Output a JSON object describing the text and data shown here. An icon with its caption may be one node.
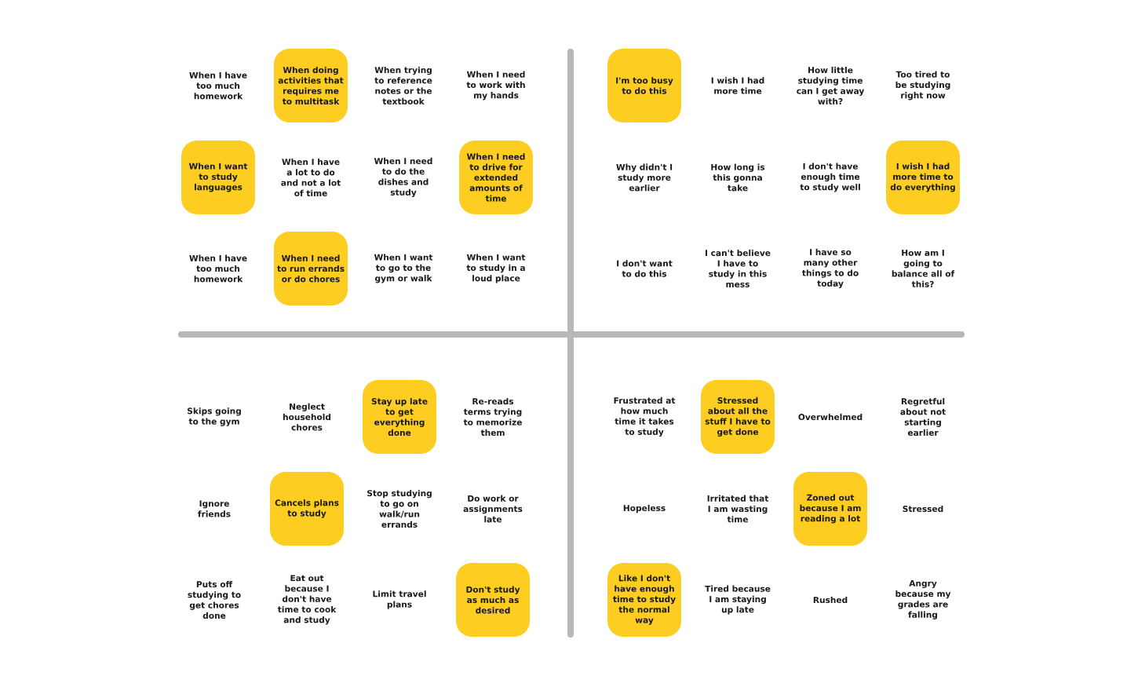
{
  "diagram": {
    "nodes": [
      {
        "text": [
          "When doing activities that requires me to multitask"
        ]
      },
      {
        "text": [
          "When I want to study languages"
        ]
      },
      {
        "text": [
          "When I need to drive for extended amounts of time"
        ]
      },
      {
        "text": [
          "When I need to run errands or do chores"
        ]
      },
      {
        "text": [
          "I'm too busy to do this"
        ]
      },
      {
        "text": [
          "I wish I had more time to do everything"
        ]
      },
      {
        "text": [
          "Stay up late to get everything done"
        ]
      },
      {
        "text": [
          "Cancels plans to study"
        ]
      },
      {
        "text": [
          "Don't study as much as desired"
        ]
      },
      {
        "text": [
          "Stressed about all the stuff I have to get done"
        ]
      },
      {
        "text": [
          "Zoned out because I am reading a lot"
        ]
      },
      {
        "text": [
          "Like I don't have enough time to study the normal way"
        ]
      }
    ],
    "labels": [
      "When I have too much homework",
      "When trying to reference notes or the textbook",
      "When I need to work with my hands",
      "When I have a lot to do and not a lot of time",
      "When I need to do the dishes and study",
      "When I have too much homework",
      "When I want to go to the gym or walk",
      "When I want to study in a loud place",
      "I wish I had more time",
      "How little studying time can I get away with?",
      "Too tired to be studying right now",
      "Why didn't I study more earlier",
      "How long is this gonna take",
      "I don't have enough time to study well",
      "I don't want to do this",
      "I can't believe I have to study in this mess",
      "I have so many other things to do today",
      "How am I going to balance all of this?",
      "Skips going to the gym",
      "Neglect household chores",
      "Re-reads terms trying to memorize them",
      "Ignore friends",
      "Stop studying to go on walk/run errands",
      "Do work or assignments late",
      "Puts off studying to get chores done",
      "Eat out because I don't have time to cook and study",
      "Limit travel plans",
      "Frustrated at how much time it takes to study",
      "Overwhelmed",
      "Regretful about not starting earlier",
      "Hopeless",
      "Irritated that I am wasting time",
      "Stressed",
      "Tired because I am staying up late",
      "Rushed",
      "Angry because my grades are falling"
    ]
  }
}
